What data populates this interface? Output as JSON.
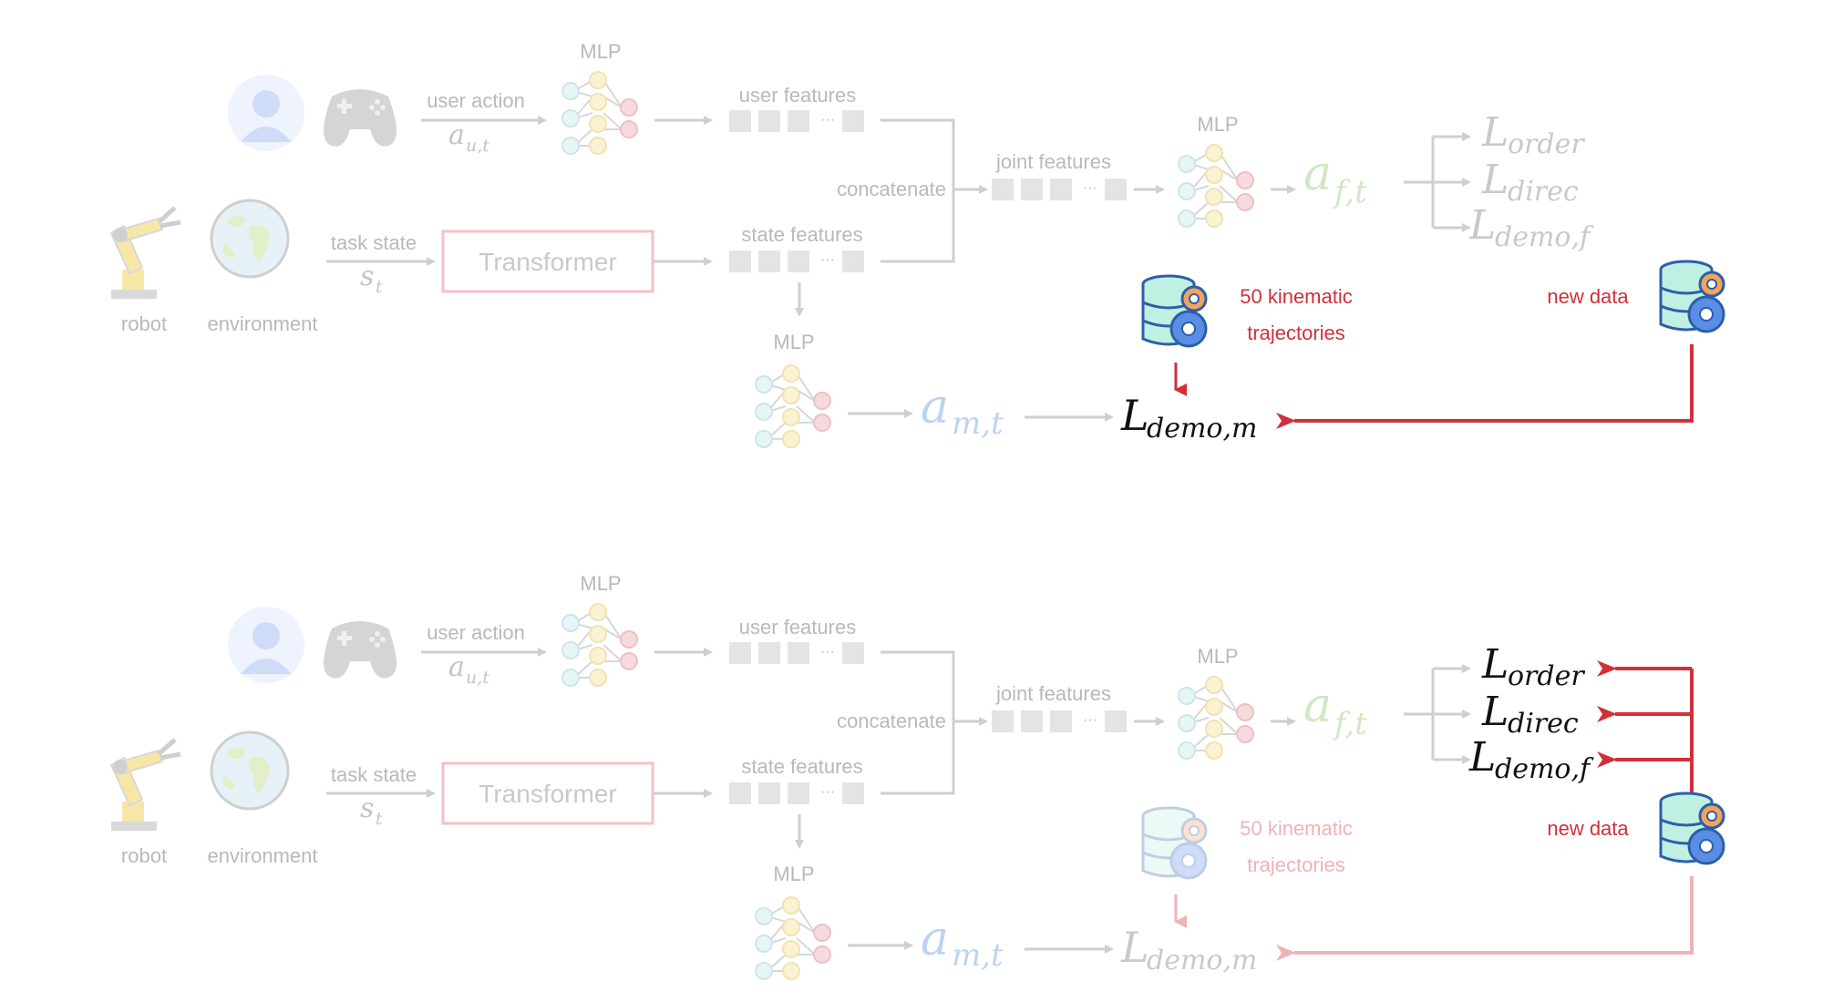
{
  "colors": {
    "faded_gray": "#c9c9c9",
    "faded_text": "#b9b9b9",
    "active_red": "#d0303a",
    "faded_red": "#eeb3b7",
    "black": "#111111",
    "faded_blue_math": "#bcd3f3",
    "faded_green_math": "#cfe8c6"
  },
  "panels": [
    {
      "mlp_user": "MLP",
      "user_action": "user action",
      "user_action_math": "a",
      "user_action_sub": "u,t",
      "user_features": "user features",
      "ellipsis": "···",
      "task_state": "task state",
      "task_state_math": "s",
      "task_state_sub": "t",
      "transformer": "Transformer",
      "robot": "robot",
      "environment": "environment",
      "state_features": "state features",
      "concatenate": "concatenate",
      "joint_features": "joint features",
      "mlp_joint": "MLP",
      "af_math": "a",
      "af_sub": "f,t",
      "mlp_state": "MLP",
      "am_math": "a",
      "am_sub": "m,t",
      "loss_L": "L",
      "loss_order": "order",
      "loss_direc": "direc",
      "loss_demo_f": "demo,f",
      "loss_demo_m": "demo,m",
      "kinematic_line1": "50 kinematic",
      "kinematic_line2": "trajectories",
      "new_data": "new data"
    },
    {
      "mlp_user": "MLP",
      "user_action": "user action",
      "user_action_math": "a",
      "user_action_sub": "u,t",
      "user_features": "user features",
      "ellipsis": "···",
      "task_state": "task state",
      "task_state_math": "s",
      "task_state_sub": "t",
      "transformer": "Transformer",
      "robot": "robot",
      "environment": "environment",
      "state_features": "state features",
      "concatenate": "concatenate",
      "joint_features": "joint features",
      "mlp_joint": "MLP",
      "af_math": "a",
      "af_sub": "f,t",
      "mlp_state": "MLP",
      "am_math": "a",
      "am_sub": "m,t",
      "loss_L": "L",
      "loss_order": "order",
      "loss_direc": "direc",
      "loss_demo_f": "demo,f",
      "loss_demo_m": "demo,m",
      "kinematic_line1": "50 kinematic",
      "kinematic_line2": "trajectories",
      "new_data": "new data"
    }
  ]
}
